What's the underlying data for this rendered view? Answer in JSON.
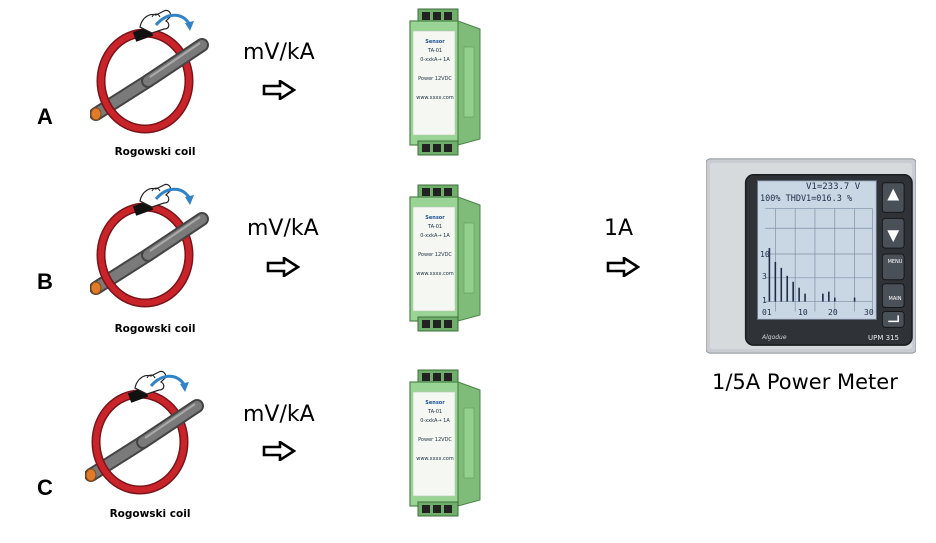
{
  "channels": [
    {
      "phase": "A",
      "coil_label": "Rogowski coil",
      "output_unit": "mV/kA"
    },
    {
      "phase": "B",
      "coil_label": "Rogowski coil",
      "output_unit": "mV/kA"
    },
    {
      "phase": "C",
      "coil_label": "Rogowski coil",
      "output_unit": "mV/kA"
    }
  ],
  "module": {
    "brand": "Sensor",
    "model": "TA-01",
    "line1": "0-xxkA→ 1A",
    "line2": "Power 12VDC",
    "line3": "www.xxxx.com"
  },
  "meter": {
    "input_label": "1A",
    "caption": "1/5A Power Meter",
    "model": "UPM 315",
    "brand": "Algodue",
    "screen": {
      "row1": "V1=233.7 V",
      "row2": "100% THDV1=016.3 %",
      "ytick_top": "10",
      "ytick_mid": "3",
      "ytick_low": "1",
      "xticks": [
        "01",
        "10",
        "20",
        "30"
      ]
    },
    "buttons": [
      "MENU",
      "MAIN"
    ]
  },
  "colors": {
    "coil_red": "#c8242a",
    "conductor": "#6b6b6b",
    "module_green": "#8fc98a",
    "module_dark": "#5e9d5c",
    "lcd_bg": "#c9d6e4",
    "bezel": "#2f3338"
  }
}
